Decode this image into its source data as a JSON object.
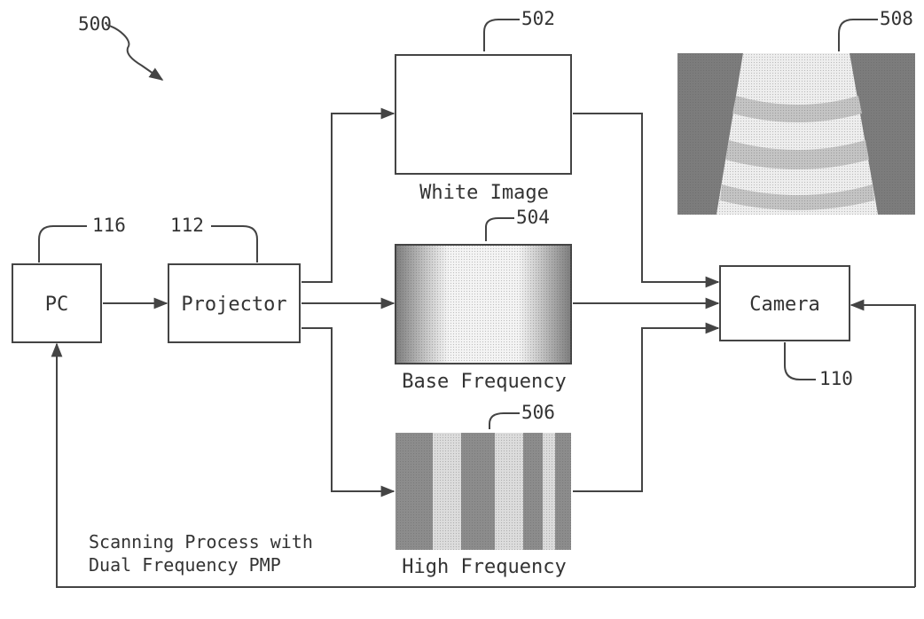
{
  "figure": {
    "number": "500",
    "caption_line1": "Scanning Process with",
    "caption_line2": "Dual Frequency PMP"
  },
  "blocks": {
    "pc": {
      "label": "PC",
      "ref": "116"
    },
    "projector": {
      "label": "Projector",
      "ref": "112"
    },
    "camera": {
      "label": "Camera",
      "ref": "110"
    }
  },
  "patterns": {
    "white": {
      "label": "White Image",
      "ref": "502"
    },
    "base": {
      "label": "Base Frequency",
      "ref": "504"
    },
    "high": {
      "label": "High Frequency",
      "ref": "506"
    },
    "captured": {
      "ref": "508"
    }
  },
  "colors": {
    "line": "#444444",
    "text": "#333333",
    "dark_stripe": "#8c8c8c",
    "light_stripe": "#dcdcdc"
  }
}
